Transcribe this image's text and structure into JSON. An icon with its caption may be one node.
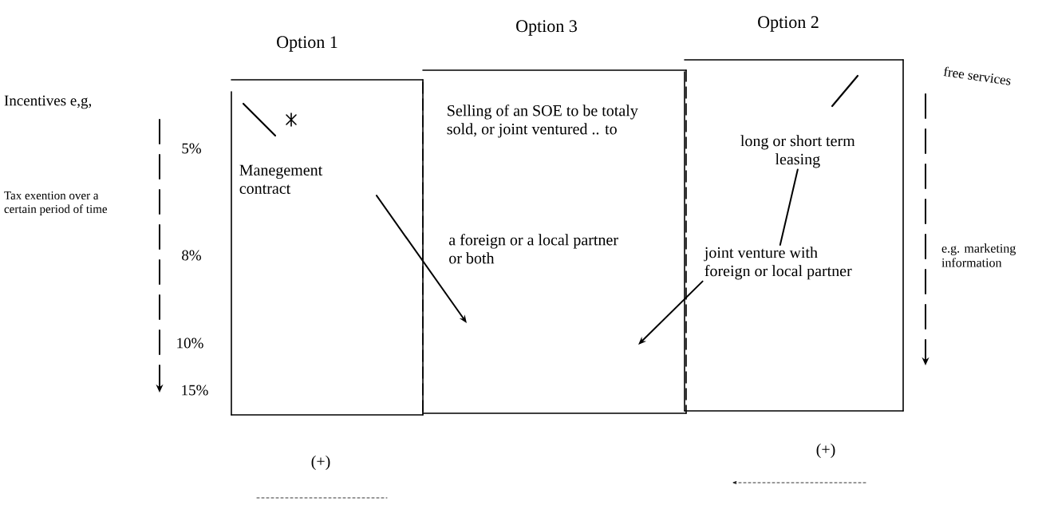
{
  "diagram": {
    "nodes": [
      {
        "text": [
          "Option 1"
        ]
      },
      {
        "text": [
          "Manegement contract"
        ],
        "in": 0
      },
      {
        "text": [
          "Option 3"
        ]
      },
      {
        "text": [
          "Selling of an SOE to be totaly sold, or joint ventured .. to"
        ],
        "in": 2
      },
      {
        "text": [
          "a foreign or a local partner or both"
        ],
        "in": 2
      },
      {
        "text": [
          "Option 2"
        ]
      },
      {
        "text": [
          "long or short term leasing"
        ],
        "in": 5
      },
      {
        "text": [
          "joint venture with foreign or local partner"
        ],
        "in": 5
      }
    ],
    "edges": [
      {
        "from": 1,
        "to": null,
        "arrow": "to"
      },
      {
        "from": 7,
        "to": null,
        "arrow": "to"
      },
      {
        "from": 6,
        "to": 7,
        "arrow": "none"
      }
    ],
    "labels": [
      "Incentives e,g,",
      "Tax exention over a certain period of time",
      "5%",
      "8%",
      "10%",
      "15%",
      "free services",
      "e.g. marketing information",
      "(+)",
      "(+)"
    ]
  }
}
